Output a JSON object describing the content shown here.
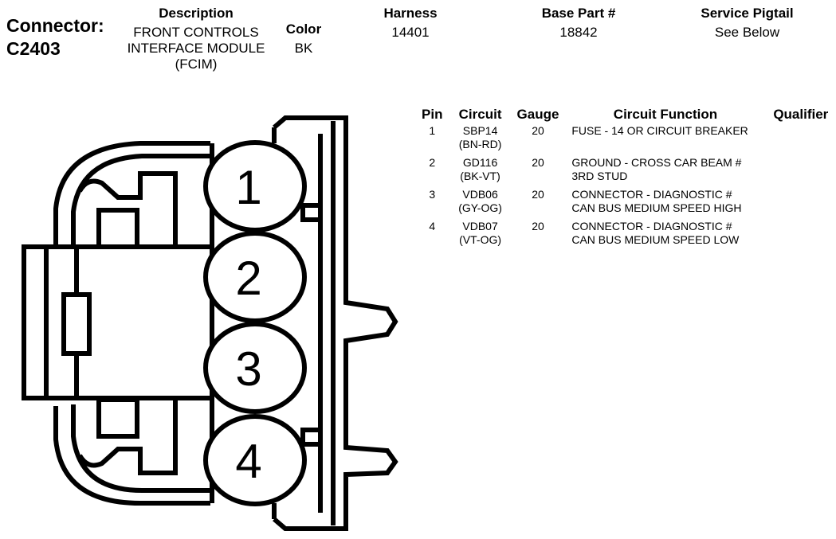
{
  "header": {
    "connector_label": "Connector:",
    "connector_id": "C2403",
    "description_label": "Description",
    "description_lines": [
      "FRONT CONTROLS",
      "INTERFACE MODULE",
      "(FCIM)"
    ],
    "color_label": "Color",
    "color_value": "BK",
    "harness_label": "Harness",
    "harness_value": "14401",
    "base_part_label": "Base Part #",
    "base_part_value": "18842",
    "pigtail_label": "Service Pigtail",
    "pigtail_value": "See Below"
  },
  "table": {
    "columns": [
      "Pin",
      "Circuit",
      "Gauge",
      "Circuit Function",
      "Qualifier"
    ],
    "rows": [
      {
        "pin": "1",
        "circuit": "SBP14",
        "color": "(BN-RD)",
        "gauge": "20",
        "function": [
          "FUSE - 14 OR CIRCUIT BREAKER"
        ],
        "qualifier": ""
      },
      {
        "pin": "2",
        "circuit": "GD116",
        "color": "(BK-VT)",
        "gauge": "20",
        "function": [
          "GROUND - CROSS CAR BEAM #",
          "3RD STUD"
        ],
        "qualifier": ""
      },
      {
        "pin": "3",
        "circuit": "VDB06",
        "color": "(GY-OG)",
        "gauge": "20",
        "function": [
          "CONNECTOR - DIAGNOSTIC #",
          "CAN BUS MEDIUM SPEED HIGH"
        ],
        "qualifier": ""
      },
      {
        "pin": "4",
        "circuit": "VDB07",
        "color": "(VT-OG)",
        "gauge": "20",
        "function": [
          "CONNECTOR - DIAGNOSTIC #",
          "CAN BUS MEDIUM SPEED LOW"
        ],
        "qualifier": ""
      }
    ]
  },
  "diagram": {
    "pin_labels": [
      "1",
      "2",
      "3",
      "4"
    ],
    "stroke_color": "#000000"
  }
}
